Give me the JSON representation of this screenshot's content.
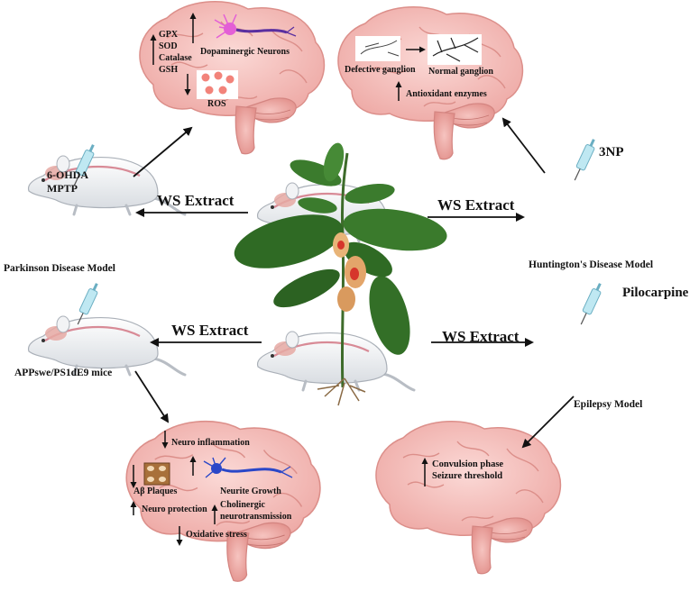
{
  "extract_label": "WS Extract",
  "parkinson": {
    "drug_line1": "6-OHDA",
    "drug_line2": "MPTP",
    "model": "Parkinson  Disease Model",
    "brain": {
      "markers": [
        "GPX",
        "SOD",
        "Catalase",
        "GSH"
      ],
      "neurons": "Dopaminergic Neurons",
      "ros": "ROS"
    }
  },
  "huntington": {
    "drug": "3NP",
    "model": "Huntington's Disease  Model",
    "brain": {
      "defective": "Defective ganglion",
      "normal": "Normal ganglion",
      "enzymes": "Antioxidant enzymes"
    }
  },
  "alzheimer": {
    "model": "APPswe/PS1dE9 mice",
    "brain": {
      "inflammation": "Neuro inflammation",
      "plaques": "Aβ Plaques",
      "protection": "Neuro protection",
      "growth": "Neurite  Growth",
      "cholinergic1": "Cholinergic",
      "cholinergic2": "neurotransmission",
      "oxidative": "Oxidative stress"
    }
  },
  "epilepsy": {
    "drug": "Pilocarpine",
    "model": "Epilepsy  Model",
    "brain": {
      "convulsion": "Convulsion phase",
      "seizure": "Seizure threshold"
    }
  }
}
